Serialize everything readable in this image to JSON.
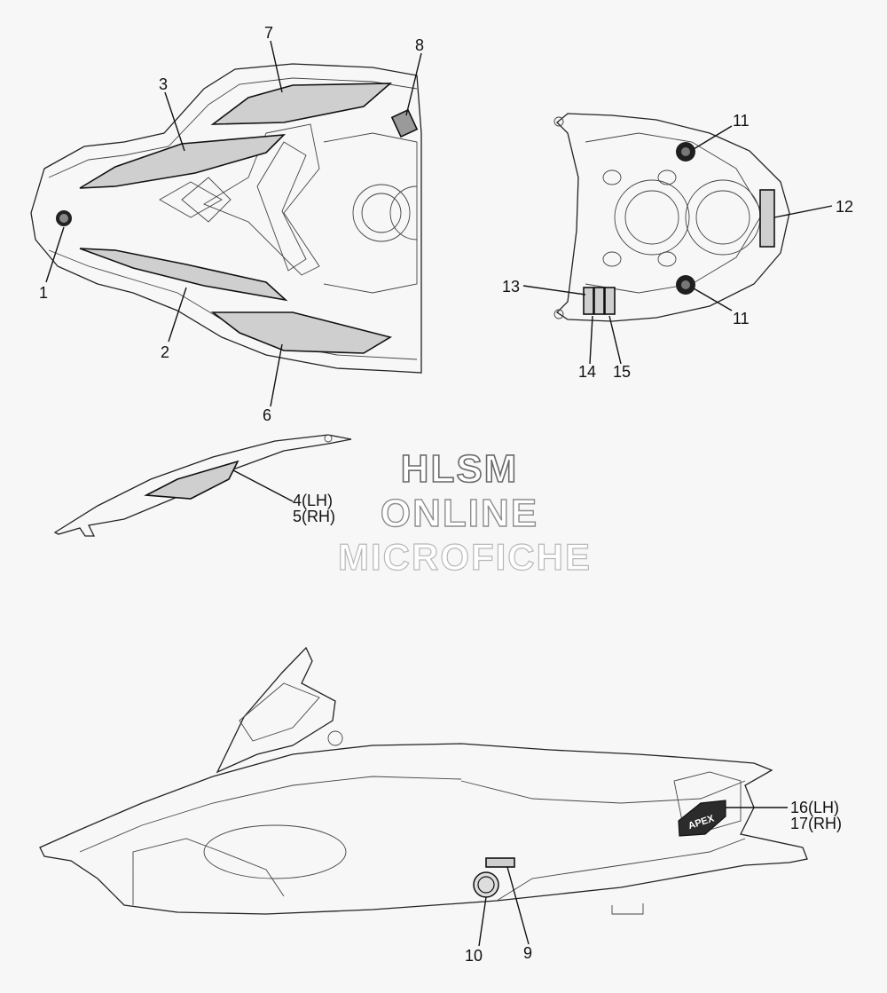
{
  "watermark": {
    "line1": "HLSM",
    "line2": "ONLINE",
    "line3": "MICROFICHE"
  },
  "callouts": {
    "c1": "1",
    "c2": "2",
    "c3": "3",
    "c4": "4(LH)",
    "c5": "5(RH)",
    "c6": "6",
    "c7": "7",
    "c8": "8",
    "c9": "9",
    "c10": "10",
    "c11a": "11",
    "c11b": "11",
    "c12": "12",
    "c13": "13",
    "c14": "14",
    "c15": "15",
    "c16": "16(LH)",
    "c17": "17(RH)"
  },
  "emblem_text": "APEX",
  "colors": {
    "background": "#f7f7f7",
    "line": "#222222",
    "decal_fill": "#cfcfcf"
  }
}
